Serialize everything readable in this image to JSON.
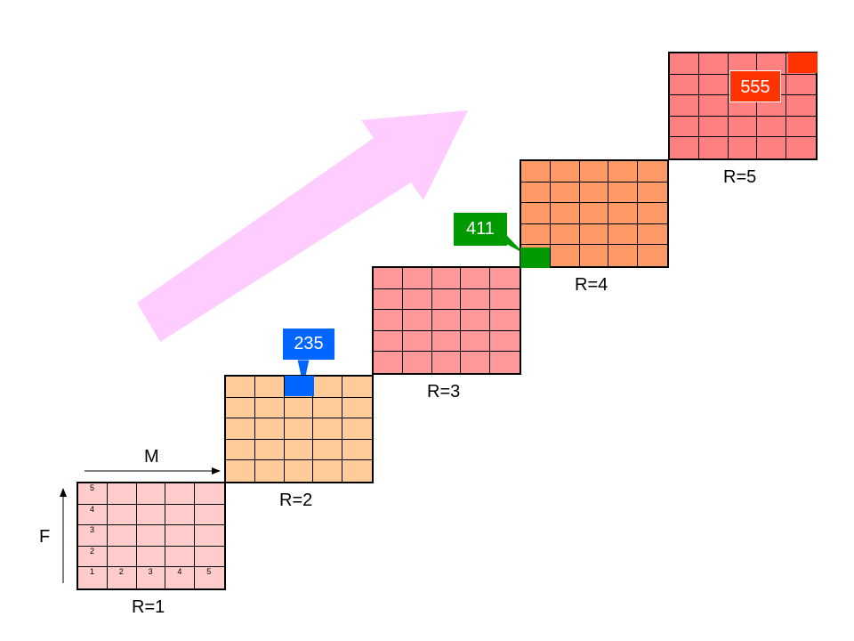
{
  "axes": {
    "m_label": "M",
    "f_label": "F"
  },
  "cubes": [
    {
      "label": "R=1",
      "fill": "#FFCCCC",
      "m_ticks": [
        "1",
        "2",
        "3",
        "4",
        "5"
      ],
      "f_ticks": [
        "1",
        "2",
        "3",
        "4",
        "5"
      ]
    },
    {
      "label": "R=2",
      "fill": "#FFCC99"
    },
    {
      "label": "R=3",
      "fill": "#FF9999"
    },
    {
      "label": "R=4",
      "fill": "#FF9966"
    },
    {
      "label": "R=5",
      "fill": "#FF8080"
    }
  ],
  "callouts": [
    {
      "text": "235",
      "color": "#0066FF",
      "cube": "R=2",
      "m": 3,
      "f": 5
    },
    {
      "text": "411",
      "color": "#009900",
      "cube": "R=4",
      "m": 1,
      "f": 1
    },
    {
      "text": "555",
      "color": "#FF3300",
      "cube": "R=5",
      "m": 5,
      "f": 5
    }
  ],
  "arrow_color": "#FFCCFF"
}
